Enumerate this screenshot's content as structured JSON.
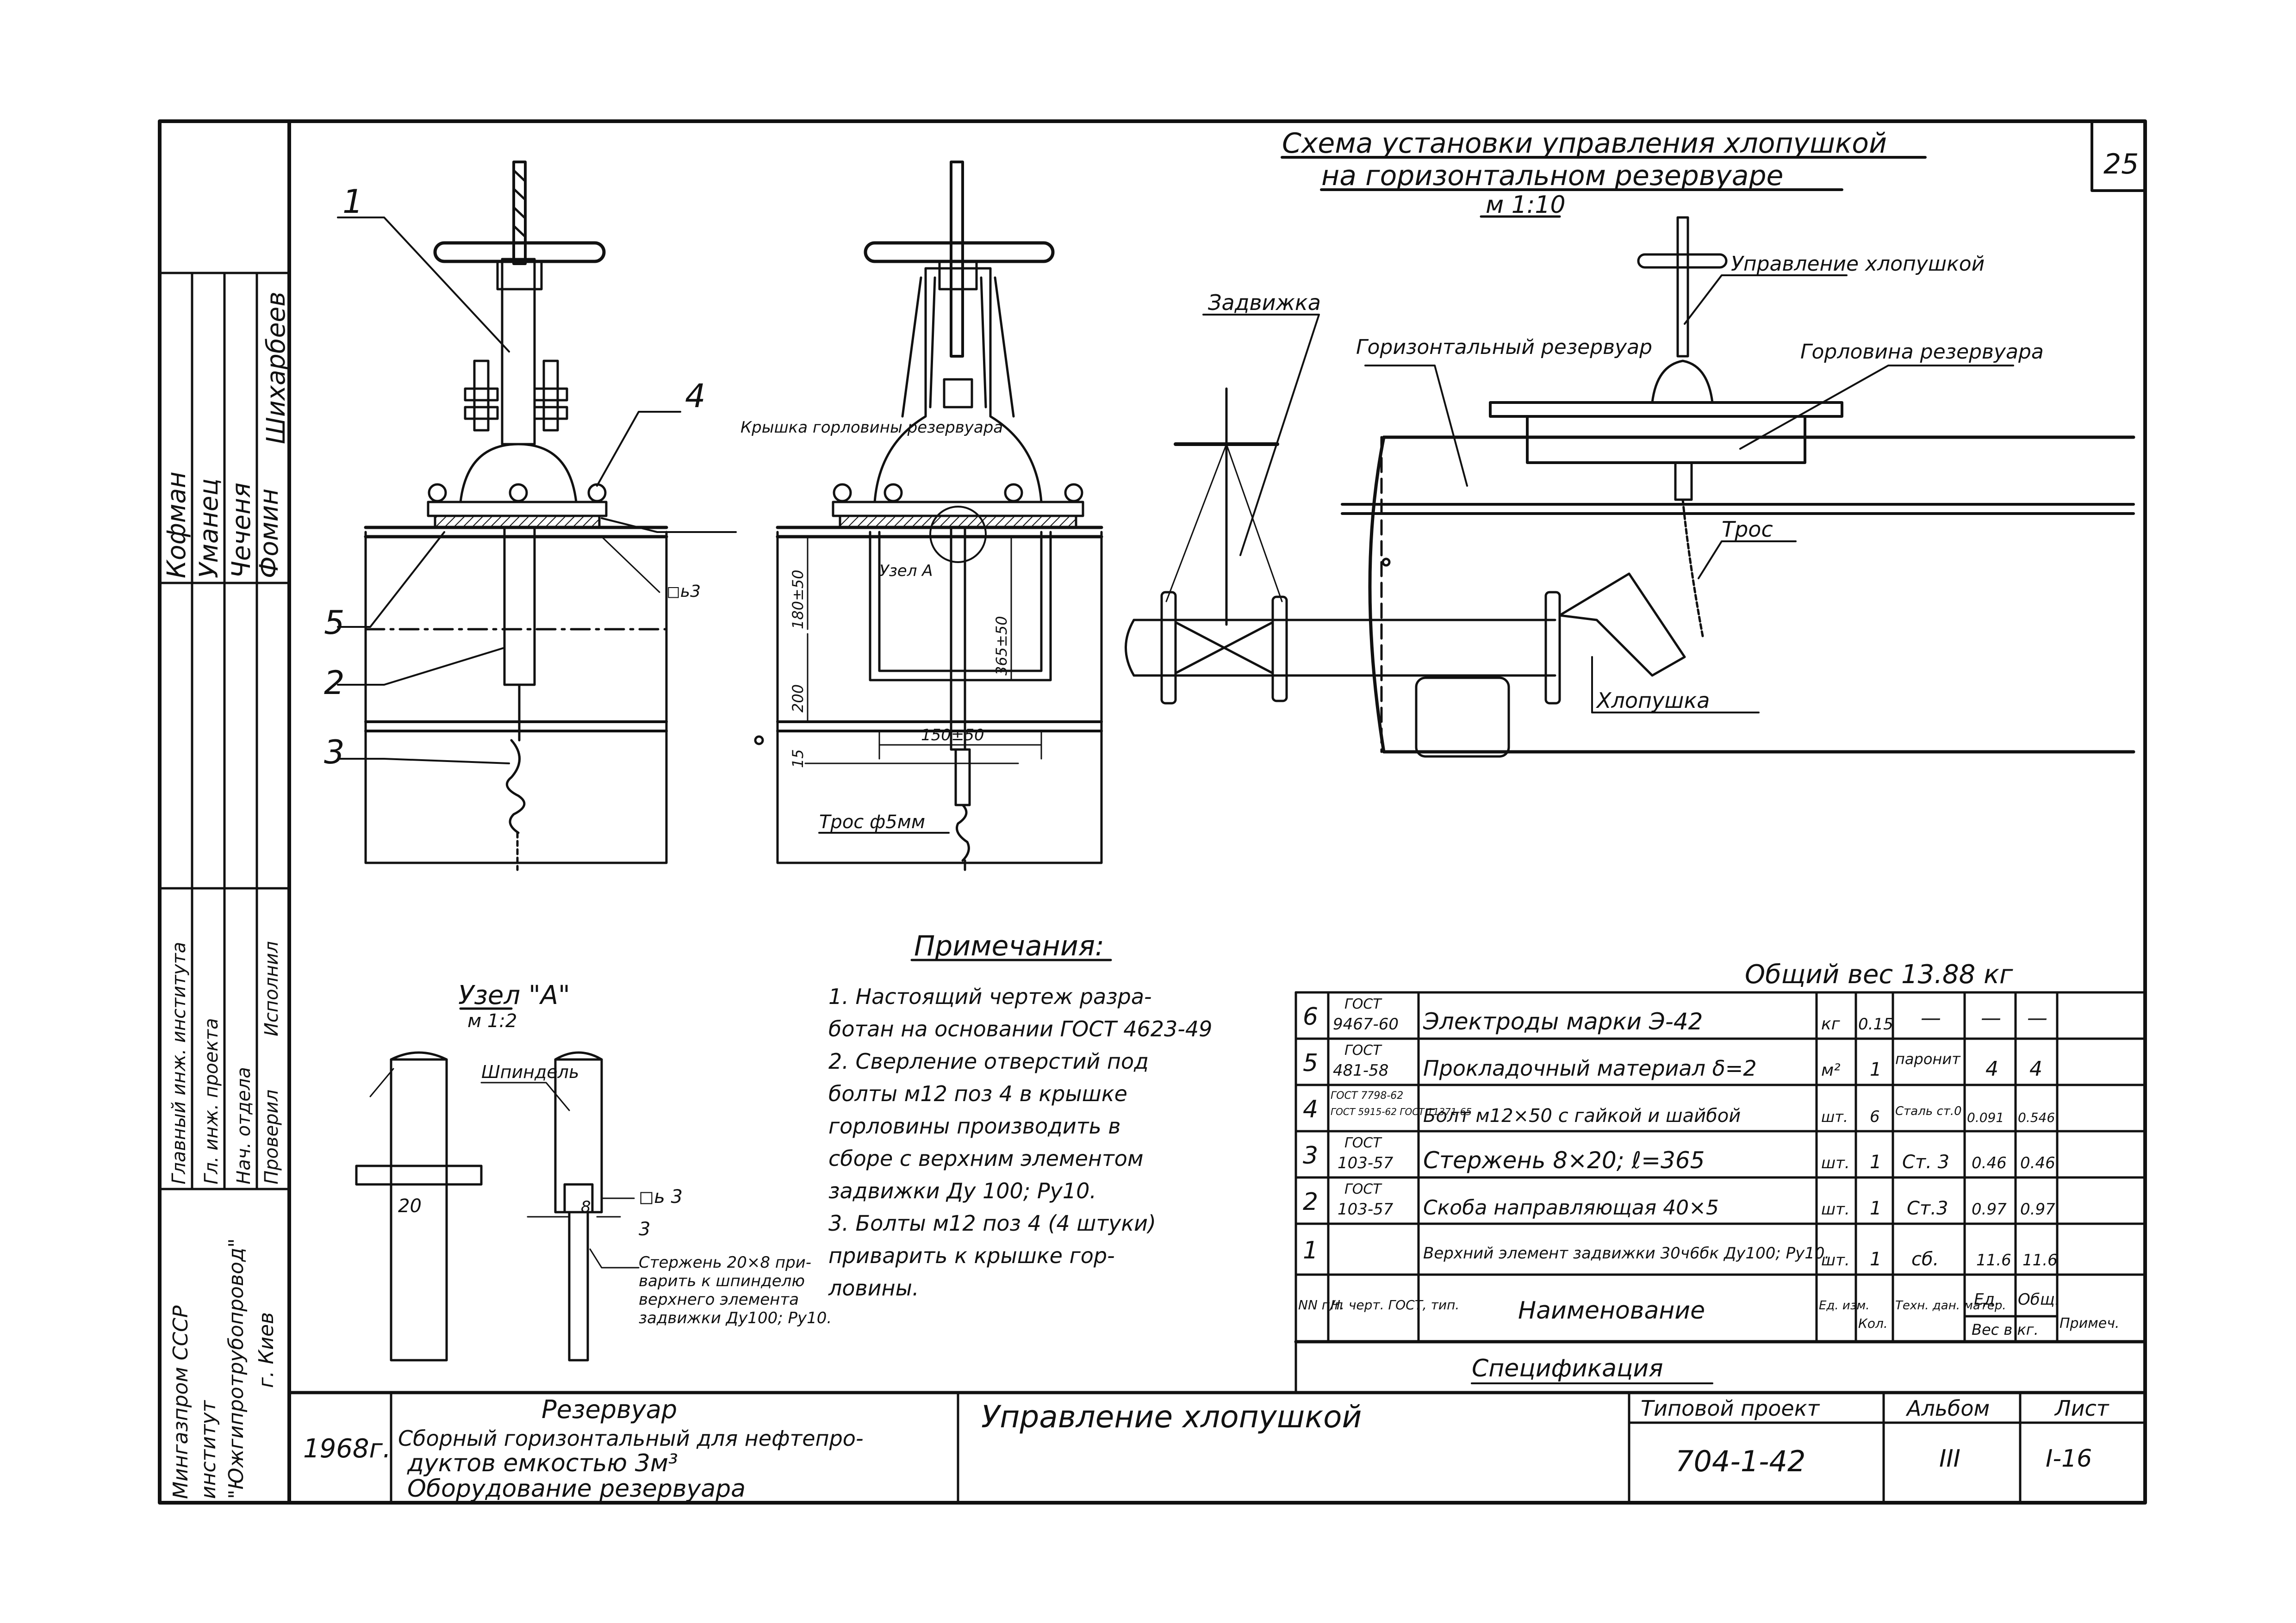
{
  "sheet": {
    "page_number": "25",
    "title_line1": "Схема установки управления хлопушкой",
    "title_line2": "на горизонтальном резервуаре",
    "scale": "м 1:10"
  },
  "left_stamp": {
    "names": [
      "Кофман",
      "Уманец",
      "Чеченя",
      "Фомин",
      "Шихарбеев"
    ],
    "roles": [
      "Главный инж. института",
      "Гл. инж. проекта",
      "Нач. отдела",
      "Проверил",
      "Исполнил"
    ],
    "org_line1": "Мингазпром СССР",
    "org_line2": "институт",
    "org_line3": "\"Южгипротрубопровод\"",
    "org_line4": "г. Киев"
  },
  "callouts": {
    "pos1": "1",
    "pos2": "2",
    "pos3": "3",
    "pos4": "4",
    "pos5": "5",
    "manhole_cover": "Крышка горловины резервуара",
    "weld": "◻ь3",
    "node_a": "Узел А",
    "dim_180": "180±50",
    "dim_200": "200",
    "dim_365": "365±50",
    "dim_150": "150±50",
    "dim_15": "15",
    "cable": "Трос ф5мм",
    "gate_valve": "Задвижка",
    "horizontal_tank": "Горизонтальный резервуар",
    "flap_control": "Управление хлопушкой",
    "tank_neck": "Горловина резервуара",
    "cable_short": "Трос",
    "flap": "Хлопушка"
  },
  "node_detail": {
    "title": "Узел \"А\"",
    "scale": "м 1:2",
    "spindle": "Шпиндель",
    "dim_20": "20",
    "dim_8": "8",
    "dim_3": "3",
    "weld3": "◻ь 3",
    "rod_note_1": "Стержень 20×8 при-",
    "rod_note_2": "варить к шпинделю",
    "rod_note_3": "верхнего элемента",
    "rod_note_4": "задвижки Ду100; Ру10."
  },
  "notes": {
    "title": "Примечания:",
    "lines": [
      "1. Настоящий чертеж разра-",
      "ботан на основании ГОСТ 4623-49",
      "2. Сверление отверстий под",
      "болты м12 поз 4 в крышке",
      "горловины производить в",
      "сборе с верхним элементом",
      "задвижки Ду 100; Ру10.",
      "3. Болты м12 поз 4 (4 штуки)",
      "приварить к крышке гор-",
      "ловины."
    ]
  },
  "spec": {
    "total_weight": "Общий вес 13.88 кг",
    "caption": "Спецификация",
    "header": {
      "num": "NN п/п",
      "doc": "Н. черт. ГОСТ, тип.",
      "name": "Наименование",
      "unit": "Ед. изм.",
      "qty": "Кол.",
      "material": "Техн. дан. матер.",
      "w_unit": "Ед.",
      "w_total": "Общ.",
      "weight": "Вес в кг.",
      "note": "Примеч."
    },
    "rows": [
      {
        "n": "6",
        "doc1": "ГОСТ",
        "doc2": "9467-60",
        "name": "Электроды марки Э-42",
        "unit": "кг",
        "qty": "0.15",
        "mat": "—",
        "wu": "—",
        "wt": "—"
      },
      {
        "n": "5",
        "doc1": "ГОСТ",
        "doc2": "481-58",
        "name": "Прокладочный материал δ=2",
        "unit": "м²",
        "qty": "1",
        "mat": "паронит",
        "wu": "4",
        "wt": "4"
      },
      {
        "n": "4",
        "doc1": "ГОСТ 7798-62",
        "doc2": "ГОСТ 5915-62 ГОСТ 11371-65",
        "name": "Болт м12×50 с гайкой и шайбой",
        "unit": "шт.",
        "qty": "6",
        "mat": "Сталь ст.0",
        "wu": "0.091",
        "wt": "0.546"
      },
      {
        "n": "3",
        "doc1": "ГОСТ",
        "doc2": "103-57",
        "name": "Стержень 8×20; ℓ=365",
        "unit": "шт.",
        "qty": "1",
        "mat": "Ст. 3",
        "wu": "0.46",
        "wt": "0.46"
      },
      {
        "n": "2",
        "doc1": "ГОСТ",
        "doc2": "103-57",
        "name": "Скоба направляющая 40×5",
        "unit": "шт.",
        "qty": "1",
        "mat": "Ст.3",
        "wu": "0.97",
        "wt": "0.97"
      },
      {
        "n": "1",
        "doc1": "",
        "doc2": "",
        "name": "Верхний элемент задвижки 30ч6бк Ду100; Ру10.",
        "unit": "шт.",
        "qty": "1",
        "mat": "сб.",
        "wu": "11.6",
        "wt": "11.6"
      }
    ]
  },
  "title_block": {
    "year": "1968г.",
    "project_title_1": "Резервуар",
    "project_title_2": "Сборный горизонтальный для нефтепро-",
    "project_title_3": "дуктов емкостью 3м³",
    "project_title_4": "Оборудование резервуара",
    "drawing_name": "Управление хлопушкой",
    "typical_project_label": "Типовой проект",
    "typical_project_value": "704-1-42",
    "album_label": "Альбом",
    "album_value": "III",
    "sheet_label": "Лист",
    "sheet_value": "I-16"
  }
}
